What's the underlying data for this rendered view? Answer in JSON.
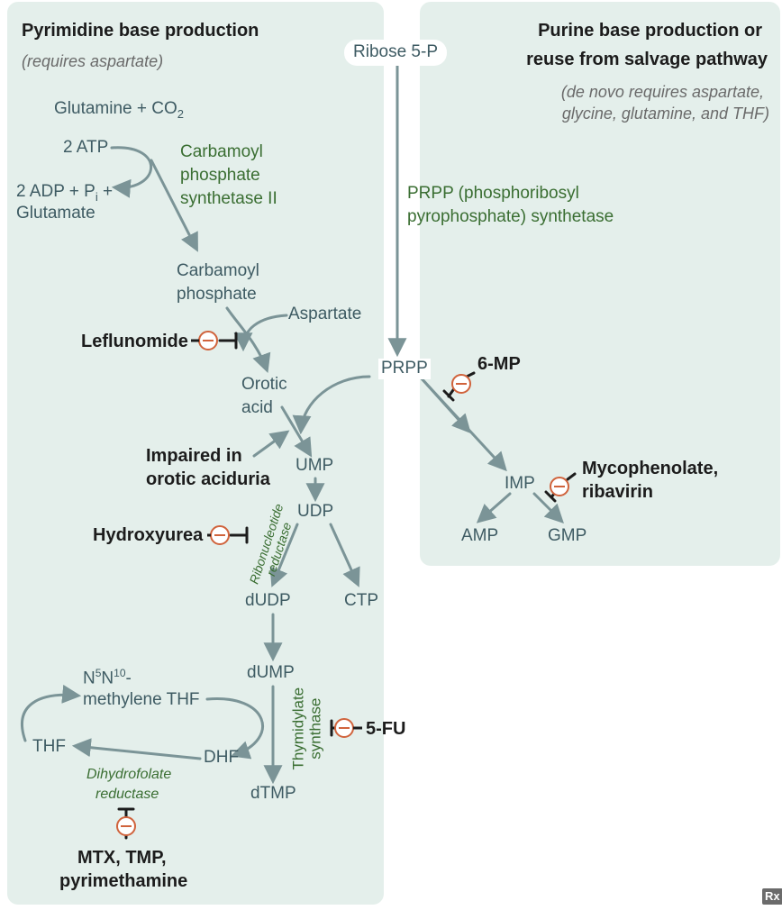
{
  "pyrimidine": {
    "title": "Pyrimidine base production",
    "subtitle": "(requires aspartate)"
  },
  "purine": {
    "title_line1": "Purine base production or",
    "title_line2": "reuse from salvage pathway",
    "subtitle_line1": "(de novo requires aspartate,",
    "subtitle_line2": "glycine, glutamine, and THF)"
  },
  "nodes": {
    "glutamine_co2": "Glutamine + CO",
    "glutamine_co2_sub": "2",
    "atp": "2 ATP",
    "adp_line1": "2 ADP + P",
    "adp_sub": "i",
    "adp_plus": " +",
    "glutamate": "Glutamate",
    "carbamoyl_phosphate_line1": "Carbamoyl",
    "carbamoyl_phosphate_line2": "phosphate",
    "aspartate": "Aspartate",
    "orotic_acid_line1": "Orotic",
    "orotic_acid_line2": "acid",
    "ump": "UMP",
    "udp": "UDP",
    "dudp": "dUDP",
    "ctp": "CTP",
    "dump": "dUMP",
    "dtmp": "dTMP",
    "methylene_thf_n": "N",
    "methylene_thf_sup1": "5",
    "methylene_thf_n2": "N",
    "methylene_thf_sup2": "10",
    "methylene_thf_dash": "-",
    "methylene_thf_line2": "methylene THF",
    "thf": "THF",
    "dhf": "DHF",
    "ribose5p": "Ribose 5-P",
    "prpp": "PRPP",
    "imp": "IMP",
    "amp": "AMP",
    "gmp": "GMP"
  },
  "enzymes": {
    "cps2_line1": "Carbamoyl",
    "cps2_line2": "phosphate",
    "cps2_line3": "synthetase II",
    "prpp_synth_line1": "PRPP (phosphoribosyl",
    "prpp_synth_line2": "pyrophosphate) synthetase",
    "rnr_line1": "Ribonucleotide",
    "rnr_line2": "reductase",
    "ts_line1": "Thymidylate",
    "ts_line2": "synthase",
    "dhfr_line1": "Dihydrofolate",
    "dhfr_line2": "reductase"
  },
  "drugs": {
    "leflunomide": "Leflunomide",
    "impaired_line1": "Impaired in",
    "impaired_line2": "orotic aciduria",
    "hydroxyurea": "Hydroxyurea",
    "fu": "5-FU",
    "mtx_line1": "MTX, TMP,",
    "mtx_line2": "pyrimethamine",
    "mp": "6-MP",
    "myco_line1": "Mycophenolate,",
    "myco_line2": "ribavirin"
  },
  "inhibit_symbol": "⊖",
  "corner_logo": "Rx",
  "colors": {
    "panel_bg": "#e4efeb",
    "arrow": "#7b9497",
    "node_text": "#3e5b63",
    "enzyme_text": "#3a6e32",
    "inhibit": "#d0633c"
  }
}
